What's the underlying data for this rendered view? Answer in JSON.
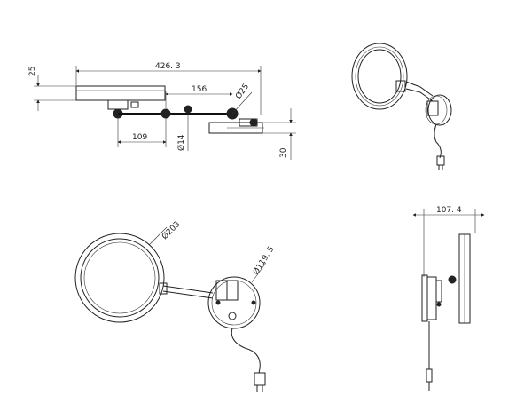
{
  "drawing": {
    "top_view": {
      "dims": {
        "overall_length": "426. 3",
        "mirror_thickness": "25",
        "arm_segment": "156",
        "arm_diameter": "Ø25",
        "inner_segment": "109",
        "joint_diameter": "Ø14",
        "base_height": "30"
      }
    },
    "front_view": {
      "dims": {
        "mirror_diameter": "Ø203",
        "base_diameter": "Ø119. 5"
      }
    },
    "side_view": {
      "dims": {
        "depth": "107. 4"
      }
    }
  }
}
